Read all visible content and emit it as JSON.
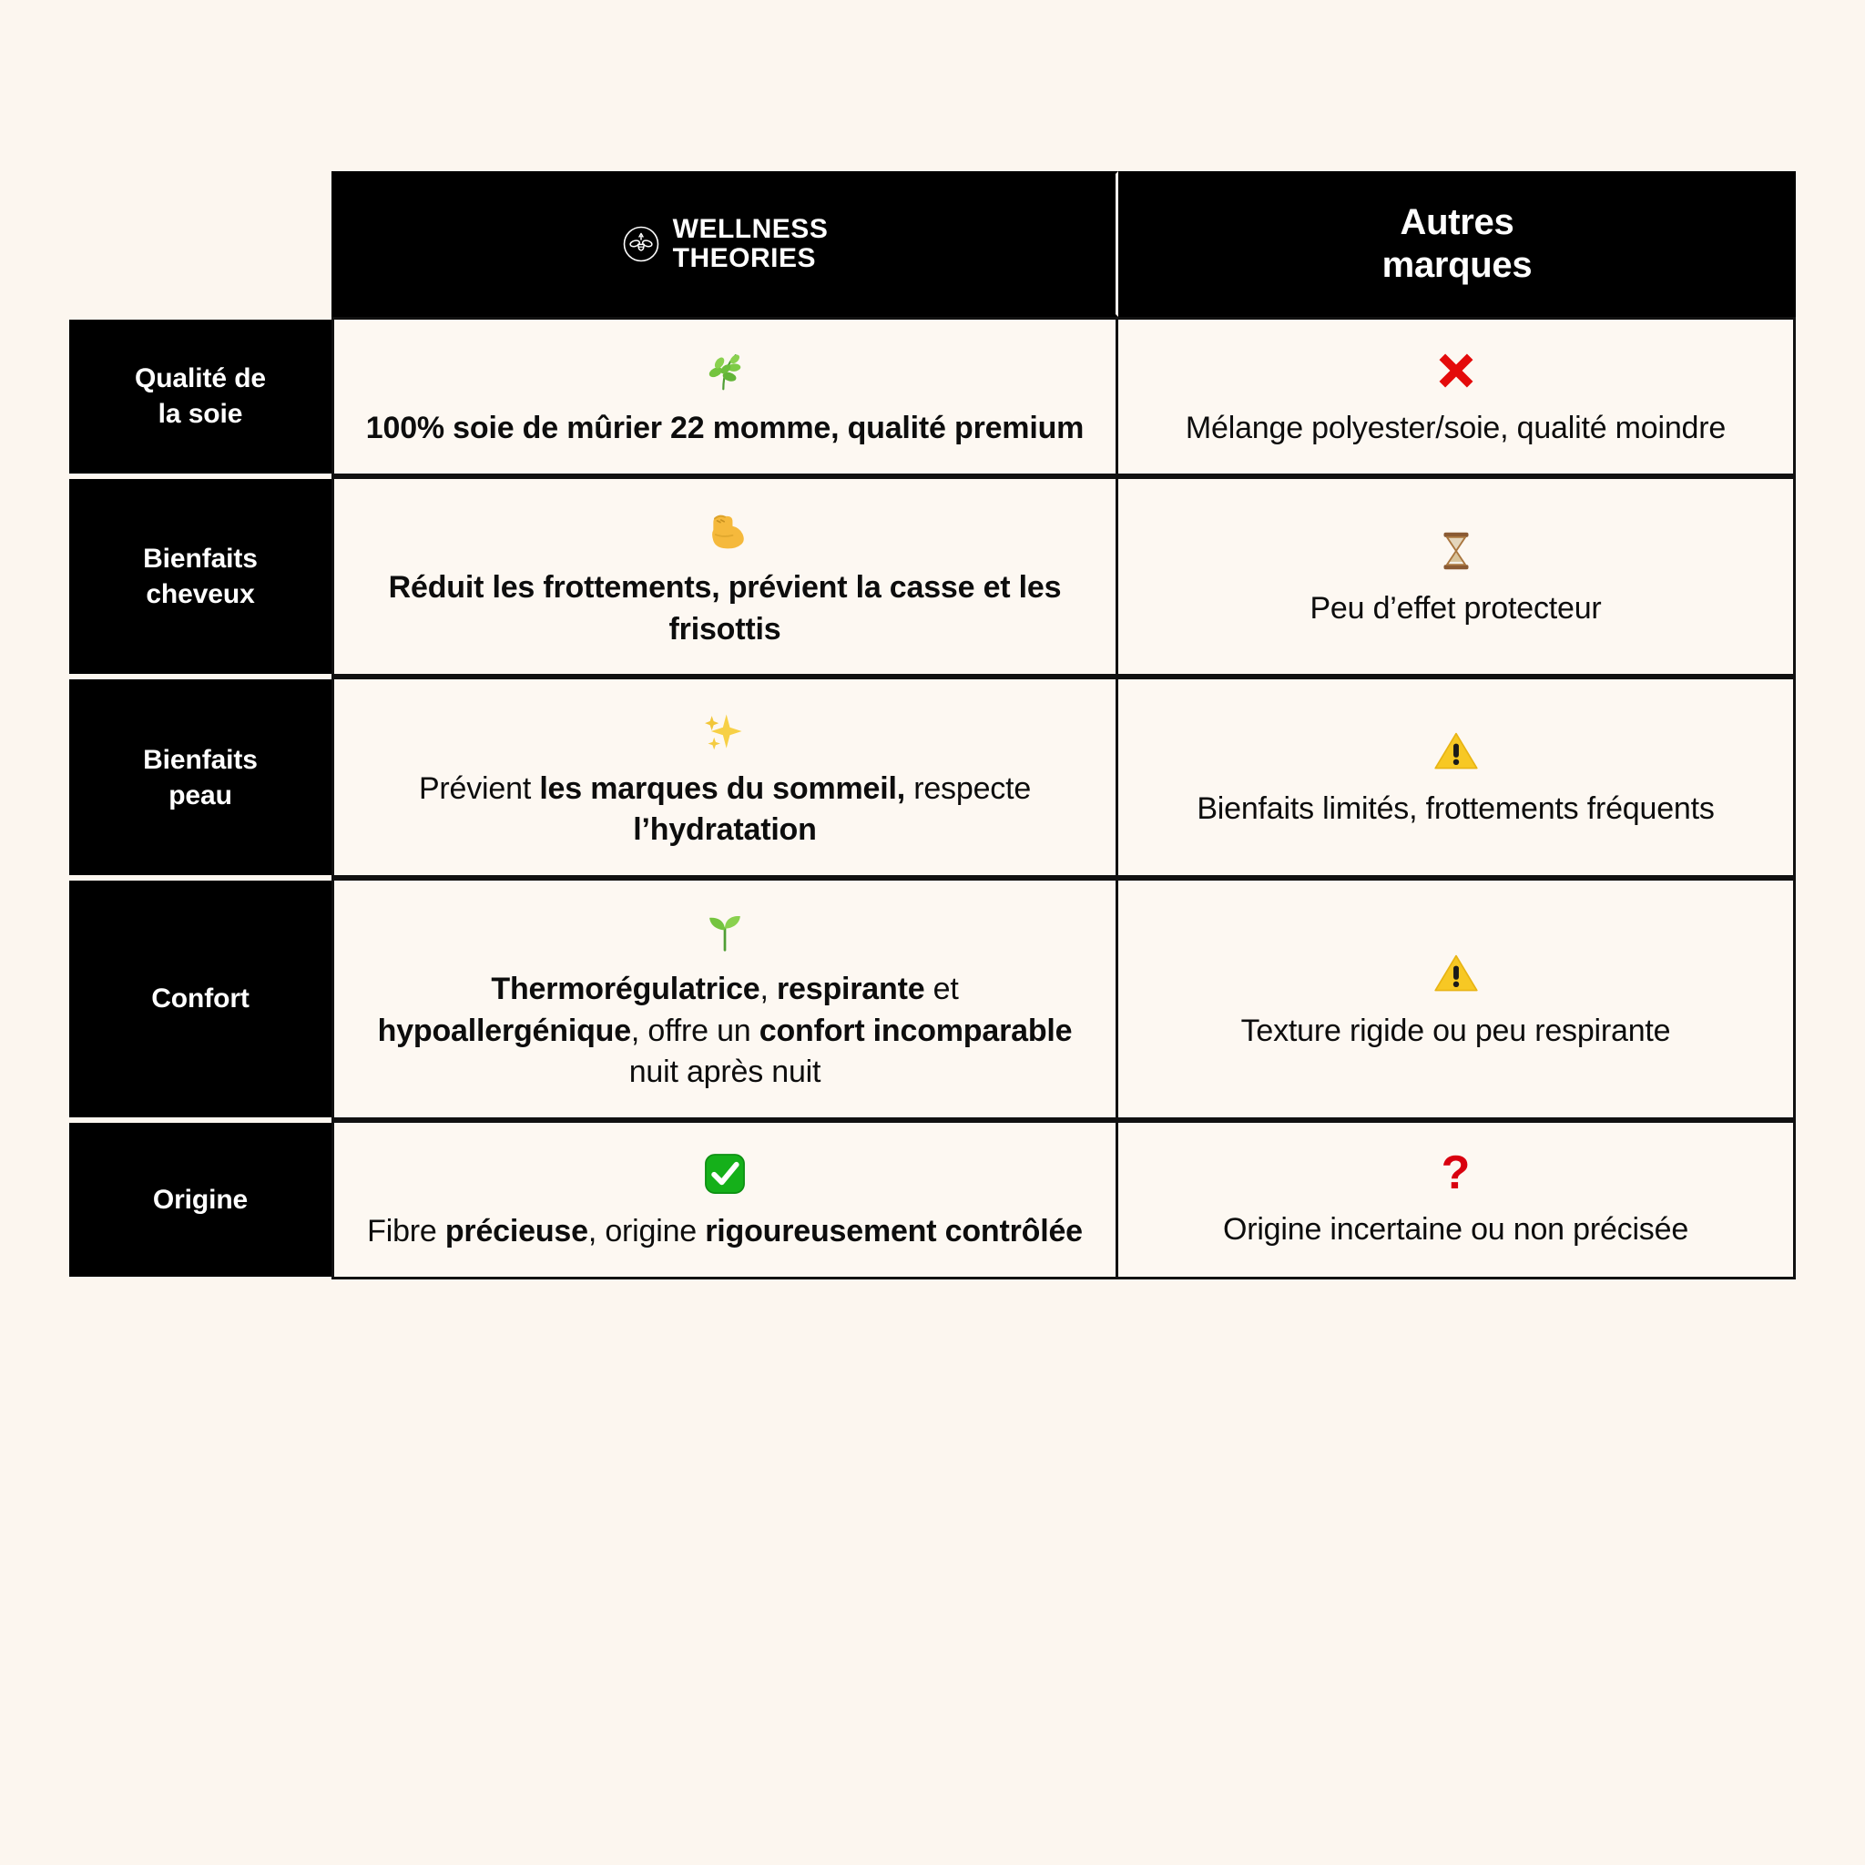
{
  "theme": {
    "page_background": "#fcf6ef",
    "cell_background": "#fdf8f2",
    "header_background": "#000000",
    "text_color": "#0d0d0d",
    "header_text_color": "#ffffff",
    "negative_accent": "#e00b0b",
    "warning_accent": "#f5c518",
    "positive_accent": "#1fa21f"
  },
  "header": {
    "spacer_label": "",
    "brand": {
      "logo_icon": "bee-circle-logo",
      "line1": "WELLNESS",
      "line2": "THEORIES"
    },
    "other": {
      "title": "Autres\nmarques"
    }
  },
  "rows": [
    {
      "label": "Qualité de\nla soie",
      "brand": {
        "icon": "herb-emoji",
        "emoji": "🌿",
        "text_plain": "100% soie de mûrier 22 momme, qualité premium",
        "segments": [
          {
            "text": "100% soie de mûrier 22 momme, qualité premium",
            "bold": true
          }
        ]
      },
      "other": {
        "icon": "cross-mark-emoji",
        "emoji": "❌",
        "text_plain": "Mélange polyester/soie, qualité moindre",
        "segments": [
          {
            "text": "Mélange polyester/soie, qualité moindre",
            "bold": false
          }
        ]
      }
    },
    {
      "label": "Bienfaits\ncheveux",
      "brand": {
        "icon": "flexed-biceps-emoji",
        "emoji": "💪",
        "text_plain": "Réduit les frottements, prévient la casse et les frisottis",
        "segments": [
          {
            "text": "Réduit les frottements, prévient la casse et les frisottis",
            "bold": true
          }
        ]
      },
      "other": {
        "icon": "hourglass-emoji",
        "emoji": "⏳",
        "text_plain": "Peu d’effet protecteur",
        "segments": [
          {
            "text": "Peu d’effet protecteur",
            "bold": false
          }
        ]
      }
    },
    {
      "label": "Bienfaits\npeau",
      "brand": {
        "icon": "sparkles-emoji",
        "emoji": "✨",
        "text_plain": "Prévient les marques du sommeil, respecte l’hydratation",
        "segments": [
          {
            "text": "Prévient ",
            "bold": false
          },
          {
            "text": "les marques du sommeil,",
            "bold": true
          },
          {
            "text": " respecte ",
            "bold": false
          },
          {
            "text": "l’hydratation",
            "bold": true
          }
        ]
      },
      "other": {
        "icon": "warning-emoji",
        "emoji": "⚠️",
        "text_plain": "Bienfaits limités, frottements fréquents",
        "segments": [
          {
            "text": "Bienfaits limités, frottements fréquents",
            "bold": false
          }
        ]
      }
    },
    {
      "label": "Confort",
      "brand": {
        "icon": "seedling-emoji",
        "emoji": "🌱",
        "text_plain": "Thermorégulatrice, respirante et hypoallergénique, offre un confort incomparable nuit après nuit",
        "segments": [
          {
            "text": "Thermorégulatrice",
            "bold": true
          },
          {
            "text": ", ",
            "bold": false
          },
          {
            "text": "respirante",
            "bold": true
          },
          {
            "text": " et ",
            "bold": false
          },
          {
            "text": "hypoallergénique",
            "bold": true
          },
          {
            "text": ", offre un ",
            "bold": false
          },
          {
            "text": "confort incomparable",
            "bold": true
          },
          {
            "text": " nuit après nuit",
            "bold": false
          }
        ]
      },
      "other": {
        "icon": "warning-emoji",
        "emoji": "⚠️",
        "text_plain": "Texture rigide ou peu respirante",
        "segments": [
          {
            "text": "Texture rigide ou peu respirante",
            "bold": false
          }
        ]
      }
    },
    {
      "label": "Origine",
      "brand": {
        "icon": "check-mark-button-emoji",
        "emoji": "✅",
        "text_plain": "Fibre précieuse, origine rigoureusement contrôlée",
        "segments": [
          {
            "text": "Fibre ",
            "bold": false
          },
          {
            "text": "précieuse",
            "bold": true
          },
          {
            "text": ", origine ",
            "bold": false
          },
          {
            "text": "rigoureusement contrôlée",
            "bold": true
          }
        ]
      },
      "other": {
        "icon": "question-mark-emoji",
        "emoji": "❓",
        "text_plain": "Origine incertaine ou non précisée",
        "segments": [
          {
            "text": "Origine incertaine ou non précisée",
            "bold": false
          }
        ]
      }
    }
  ]
}
